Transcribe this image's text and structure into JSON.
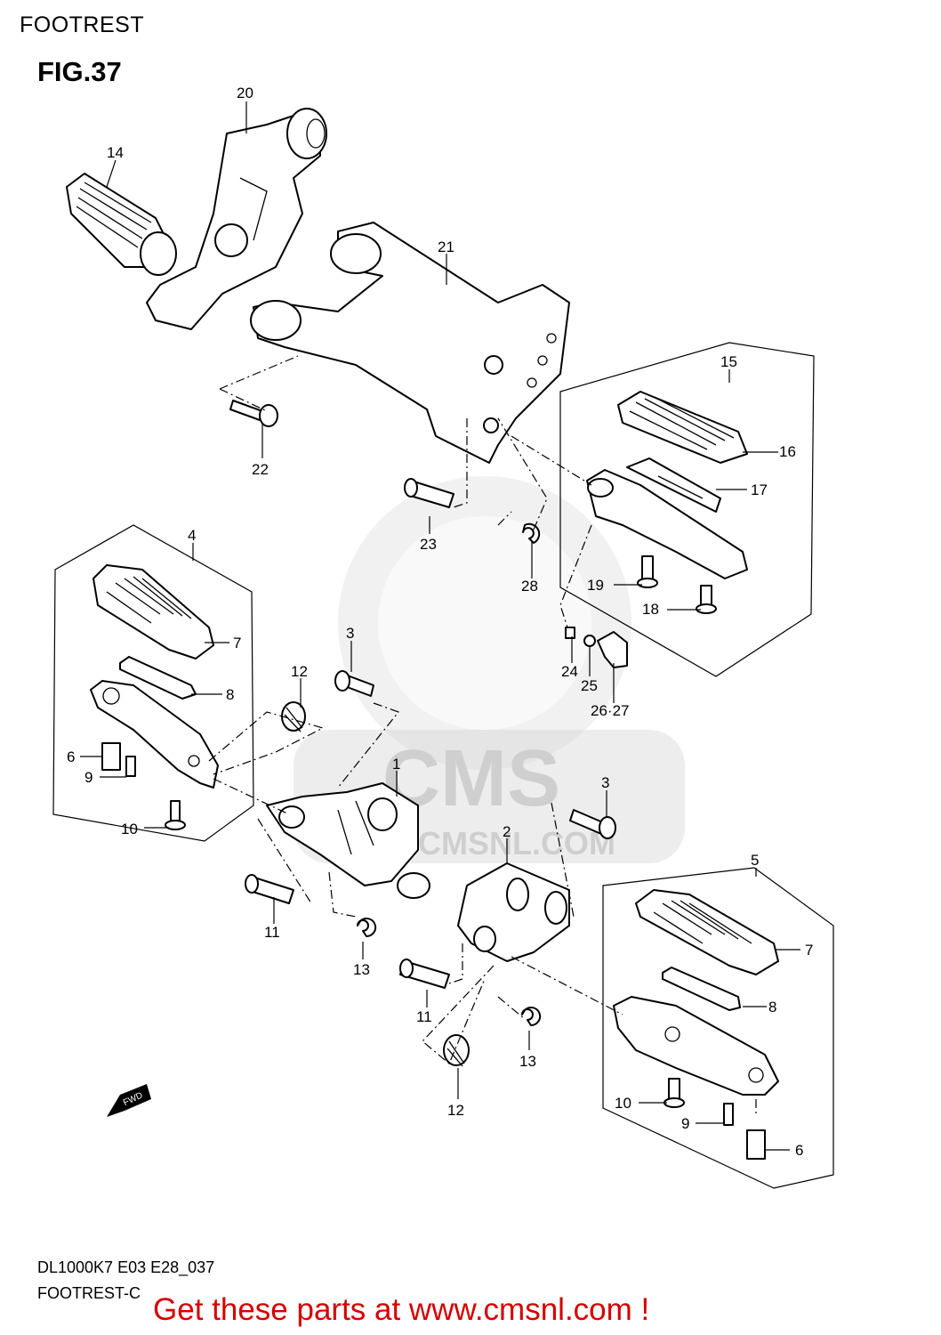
{
  "header": {
    "section_title": "FOOTREST",
    "figure": "FIG.37"
  },
  "footer": {
    "model_code": "DL1000K7 E03 E28_037",
    "diagram_name": "FOOTREST-C",
    "call_to_action": "Get these parts at www.cmsnl.com !"
  },
  "watermark": {
    "brand": "CMS",
    "url": "WWW.CMSNL.COM"
  },
  "direction_marker": "FWD",
  "callouts": {
    "n1": "1",
    "n2": "2",
    "n3a": "3",
    "n3b": "3",
    "n4": "4",
    "n5": "5",
    "n6a": "6",
    "n6b": "6",
    "n7a": "7",
    "n7b": "7",
    "n8a": "8",
    "n8b": "8",
    "n9a": "9",
    "n9b": "9",
    "n10a": "10",
    "n10b": "10",
    "n11a": "11",
    "n11b": "11",
    "n12a": "12",
    "n12b": "12",
    "n13a": "13",
    "n13b": "13",
    "n14": "14",
    "n15": "15",
    "n16": "16",
    "n17": "17",
    "n18": "18",
    "n19": "19",
    "n20": "20",
    "n21": "21",
    "n22": "22",
    "n23": "23",
    "n24": "24",
    "n25": "25",
    "n2627": "26·27",
    "n28": "28"
  },
  "colors": {
    "line": "#000000",
    "cta": "#d40000",
    "watermark": "#d8d8d8"
  }
}
